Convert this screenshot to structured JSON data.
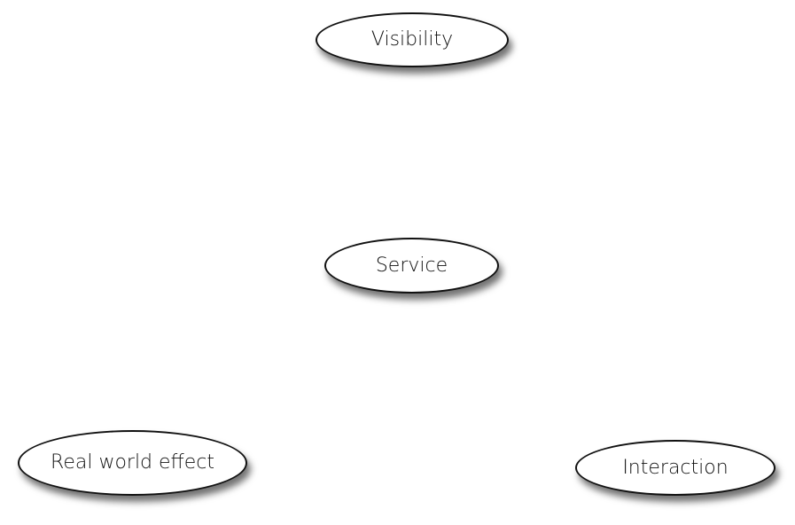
{
  "diagram": {
    "nodes": [
      {
        "id": "visibility",
        "label": "Visibility"
      },
      {
        "id": "service",
        "label": "Service"
      },
      {
        "id": "real-world-effect",
        "label": "Real world effect"
      },
      {
        "id": "interaction",
        "label": "Interaction"
      }
    ],
    "colors": {
      "background": "#ffffff",
      "node_fill": "#ffffff",
      "node_stroke": "#111111",
      "text": "#111111"
    }
  }
}
